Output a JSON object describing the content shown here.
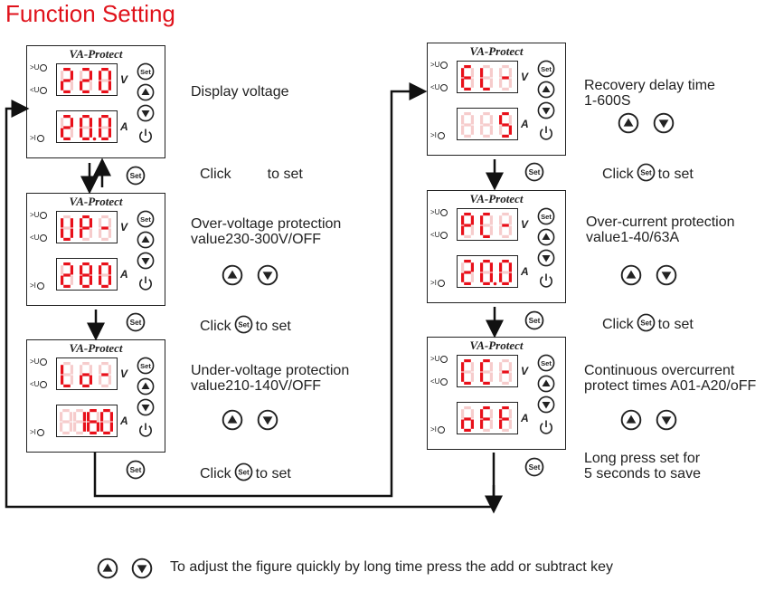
{
  "title": "Function Setting",
  "device": {
    "brand": "VA-Protect",
    "led_over_u": ">U",
    "led_under_u": "<U",
    "led_over_i": ">I",
    "unit_v": "V",
    "unit_a": "A"
  },
  "set_label": "Set",
  "colors": {
    "title": "#e0121b",
    "led_on": "#e8101a",
    "led_off": "#f6cccc",
    "ink": "#222222"
  },
  "panels": [
    {
      "id": "p1",
      "top": [
        "2",
        "2",
        "0"
      ],
      "bottom": [
        "2",
        "0.",
        "0"
      ],
      "text_lines": [
        "Display voltage"
      ]
    },
    {
      "id": "p2",
      "top": [
        "U",
        "P",
        "-"
      ],
      "bottom": [
        "2",
        "8",
        "0"
      ],
      "text_lines": [
        "Over-voltage protection",
        "value230-300V/OFF"
      ]
    },
    {
      "id": "p3",
      "top": [
        "L",
        "o",
        "-"
      ],
      "bottom": [
        "",
        "1",
        "6",
        "0"
      ],
      "text_lines": [
        "Under-voltage protection",
        "value210-140V/OFF"
      ]
    },
    {
      "id": "p4",
      "top": [
        "E",
        "L",
        "-"
      ],
      "bottom": [
        "",
        "",
        "5"
      ],
      "text_lines": [
        "Recovery delay time",
        "1-600S"
      ]
    },
    {
      "id": "p5",
      "top": [
        "P",
        "C",
        "-"
      ],
      "bottom": [
        "2",
        "0.",
        "0"
      ],
      "text_lines": [
        "Over-current protection",
        "value1-40/63A"
      ]
    },
    {
      "id": "p6",
      "top": [
        "C",
        "C",
        "-"
      ],
      "bottom": [
        "o",
        "F",
        "F"
      ],
      "text_lines": [
        "Continuous overcurrent",
        "protect times A01-A20/oFF"
      ]
    }
  ],
  "click_to_set": {
    "click": "Click",
    "to_set": "to set"
  },
  "save_note": [
    "Long press set for",
    "5 seconds to save"
  ],
  "footer_note": "To adjust the figure quickly by long time press the add or subtract key",
  "icons": [
    "up-button-icon",
    "down-button-icon",
    "set-button-icon",
    "power-icon"
  ]
}
